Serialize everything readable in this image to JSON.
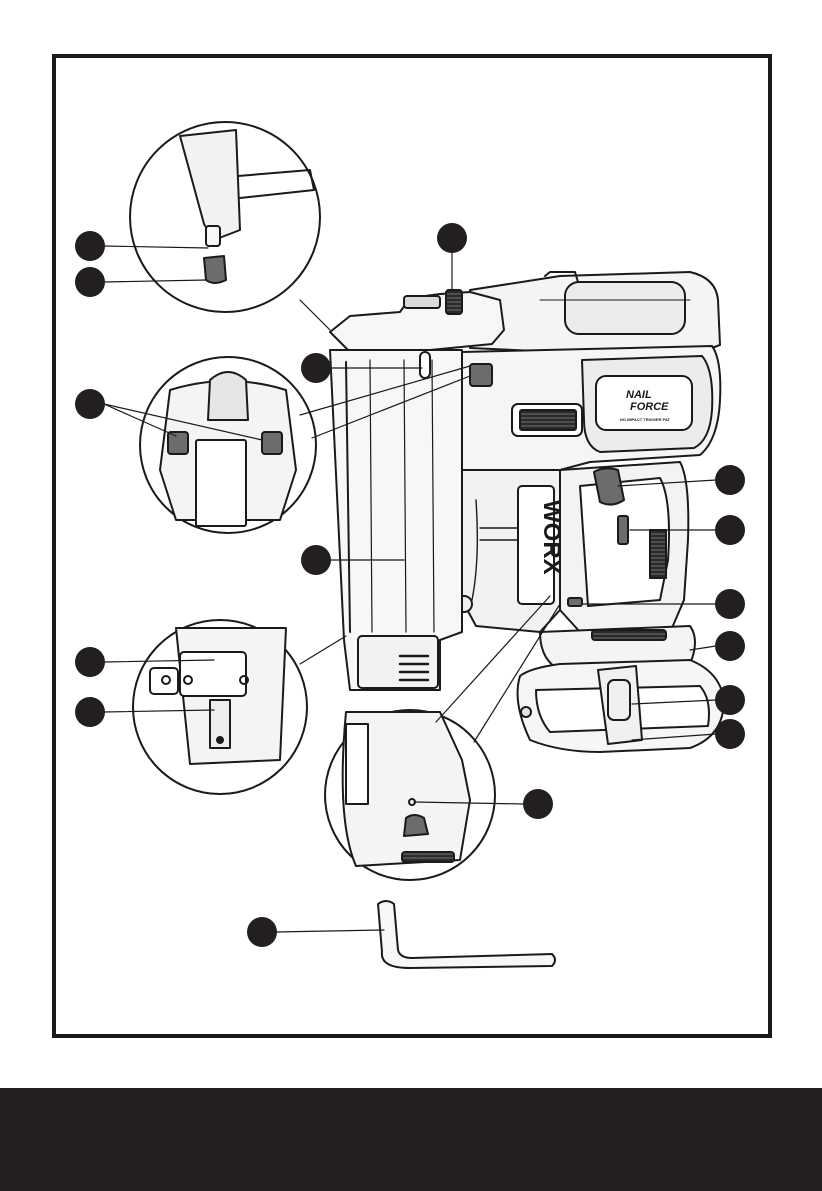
{
  "page": {
    "background": "#ffffff",
    "frame_color": "#1a1a1a",
    "footer_color": "#231f20",
    "marker_color": "#231f20"
  },
  "product": {
    "brand": "WORX",
    "logo_line1": "NAIL",
    "logo_line2": "FORCE",
    "logo_subtitle": "NO IMPACT TRIGGER PAT"
  },
  "callouts": {
    "count": 17,
    "style": "unnumbered-filled-circle"
  },
  "parts": [
    "nail-nose-tip",
    "no-mar-pad",
    "depth-adjustment-wheel",
    "nail-level-window",
    "magazine-release-buttons",
    "magazine",
    "jam-clear-latch",
    "jam-clear-screw",
    "trigger",
    "safety-switch",
    "led-light",
    "battery-release",
    "battery-pack",
    "belt-clip",
    "belt-clip-base",
    "battery-indicator",
    "hex-key"
  ]
}
